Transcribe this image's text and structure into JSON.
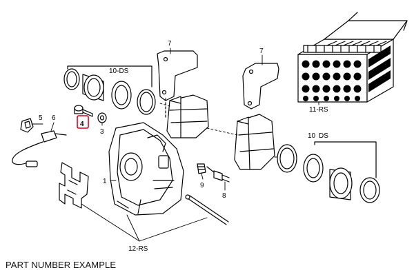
{
  "caption": "PART NUMBER EXAMPLE",
  "labels": {
    "p1": "1",
    "p3": "3",
    "p4": "4",
    "p5": "5",
    "p6": "6",
    "p7a": "7",
    "p7b": "7",
    "p8": "8",
    "p9": "9",
    "p10ds_left": "10-DS",
    "p10ds_right_num": "10",
    "p10ds_right_suffix": "DS",
    "p11rs": "11-RS",
    "p12rs": "12-RS"
  },
  "highlight_color": "#d9001b"
}
